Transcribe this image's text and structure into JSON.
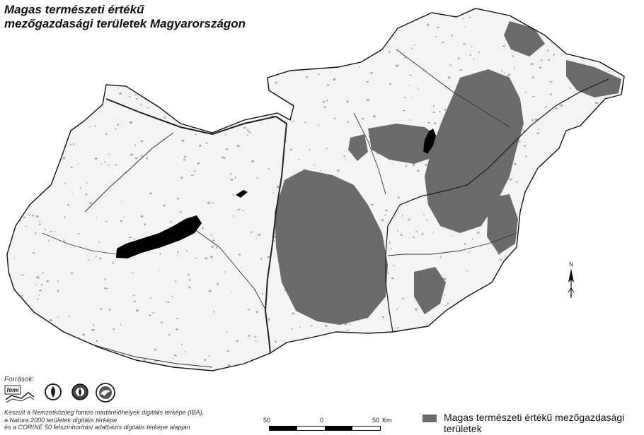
{
  "title": {
    "line1": "Magas természeti értékű",
    "line2": "mezőgazdasági területek Magyarországon"
  },
  "sources_label": "Források:",
  "logos": [
    {
      "name": "fomi-logo",
      "text": "fömi"
    },
    {
      "name": "nature-park-logo"
    },
    {
      "name": "ministry-seal-logo"
    },
    {
      "name": "bird-society-logo"
    }
  ],
  "credits": [
    "Készült a Nemzetközileg fontos madárélőhelyek digitális térképe (IBA),",
    "a Natura 2000 területek digitális térképe",
    "és a CORINE 50 felszínborítási adatbázis digitális térképe alapján"
  ],
  "scale": {
    "ticks": [
      "50",
      "0",
      "50"
    ],
    "unit": "Km"
  },
  "legend": {
    "label": "Magas természeti értékű mezőgazdasági területek",
    "color": "#6b6b6b"
  },
  "north_arrow": {
    "label": "N"
  },
  "colors": {
    "hnv_area": "#6b6b6b",
    "country_fill": "#f4f4f4",
    "outline": "#111111",
    "water": "#000000",
    "river": "#222222",
    "texture": "#a9a9a9"
  }
}
